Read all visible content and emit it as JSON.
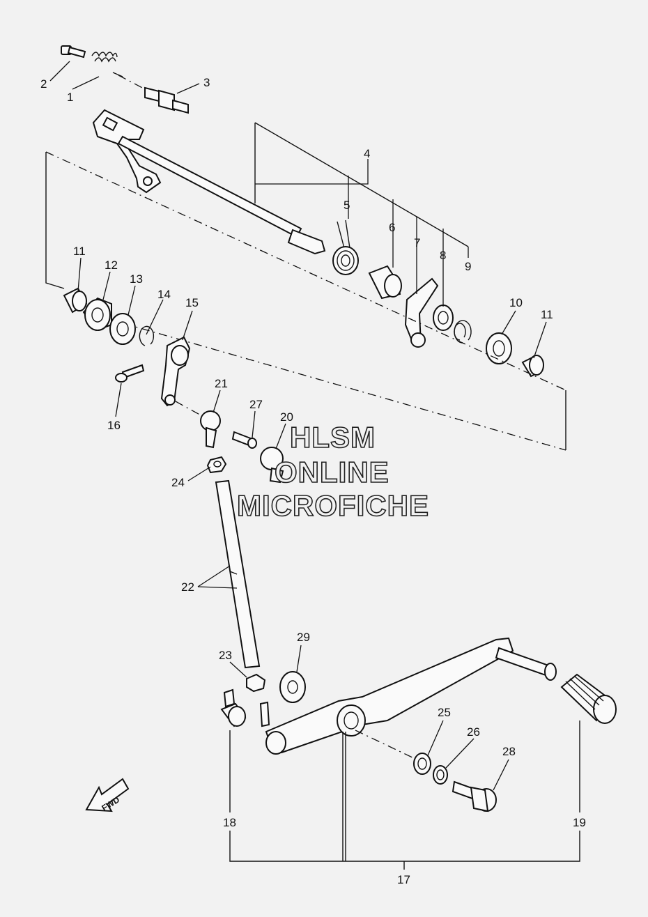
{
  "diagram": {
    "callouts": {
      "p1": "1",
      "p2": "2",
      "p3": "3",
      "p4": "4",
      "p5": "5",
      "p6": "6",
      "p7": "7",
      "p8": "8",
      "p9": "9",
      "p10": "10",
      "p11a": "11",
      "p11b": "11",
      "p12": "12",
      "p13": "13",
      "p14": "14",
      "p15": "15",
      "p16": "16",
      "p17": "17",
      "p18": "18",
      "p19": "19",
      "p20": "20",
      "p21": "21",
      "p22": "22",
      "p23": "23",
      "p24": "24",
      "p25": "25",
      "p26": "26",
      "p27": "27",
      "p28": "28",
      "p29": "29"
    },
    "watermark": {
      "line1": "HLSM",
      "line2": "ONLINE",
      "line3": "MICROFICHE"
    },
    "fwd_label": "FWD",
    "colors": {
      "background": "#f2f2f2",
      "ink": "#111111"
    }
  }
}
